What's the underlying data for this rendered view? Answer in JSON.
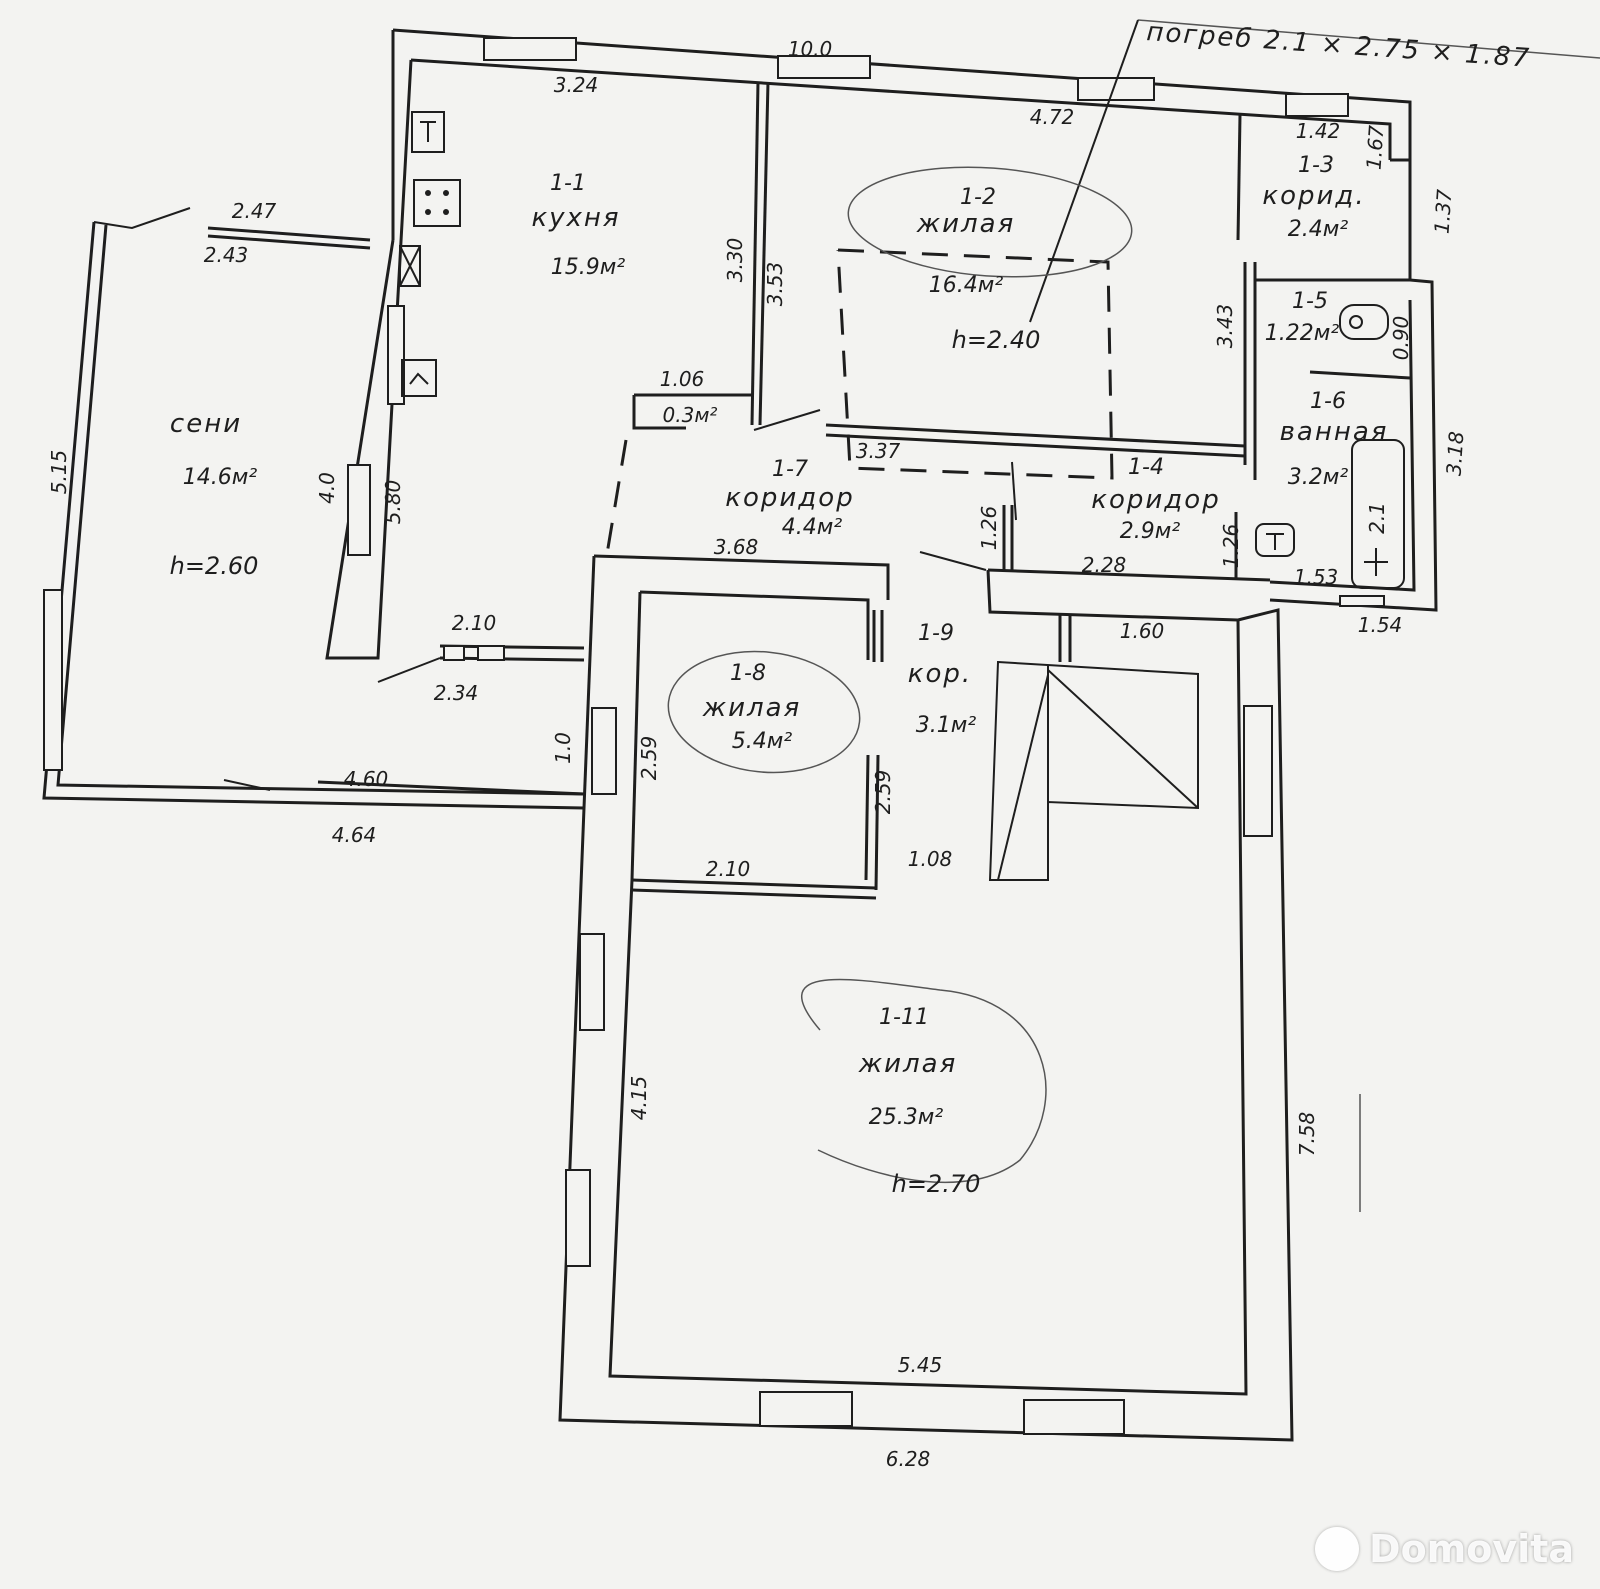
{
  "cellar_note": "погреб 2.1 × 2.75 × 1.87",
  "rooms": {
    "kitchen": {
      "id": "1-1",
      "name": "кухня",
      "area": "15.9м²"
    },
    "living2": {
      "id": "1-2",
      "name": "жилая",
      "area": "16.4м²",
      "height": "h=2.40"
    },
    "corr3": {
      "id": "1-3",
      "name": "корид.",
      "area": "2.4м²"
    },
    "corr4": {
      "id": "1-4",
      "name": "коридор",
      "area": "2.9м²"
    },
    "wc5": {
      "id": "1-5",
      "area": "1.22м²"
    },
    "bath6": {
      "id": "1-6",
      "name": "ванная",
      "area": "3.2м²"
    },
    "corr7": {
      "id": "1-7",
      "name": "коридор",
      "area": "4.4м²"
    },
    "living8": {
      "id": "1-8",
      "name": "жилая",
      "area": "5.4м²"
    },
    "corr9": {
      "id": "1-9",
      "name": "кор.",
      "area": "3.1м²"
    },
    "living11": {
      "id": "1-11",
      "name": "жилая",
      "area": "25.3м²",
      "height": "h=2.70"
    },
    "hall": {
      "name": "сени",
      "area": "14.6м²",
      "height": "h=2.60"
    },
    "closet": {
      "area": "0.3м²"
    }
  },
  "dimensions": {
    "d_10_0": "10.0",
    "d_3_24": "3.24",
    "d_4_72": "4.72",
    "d_1_42": "1.42",
    "d_1_67": "1.67",
    "d_1_37": "1.37",
    "d_3_30": "3.30",
    "d_3_53": "3.53",
    "d_3_43": "3.43",
    "d_0_90": "0.90",
    "d_3_18": "3.18",
    "d_2_47": "2.47",
    "d_2_43": "2.43",
    "d_5_15": "5.15",
    "d_4_0": "4.0",
    "d_5_80": "5.80",
    "d_1_06": "1.06",
    "d_3_37": "3.37",
    "d_1_26a": "1.26",
    "d_1_26b": "1.26",
    "d_2_28": "2.28",
    "d_1_53": "1.53",
    "d_1_54": "1.54",
    "d_2_1": "2.1",
    "d_3_68": "3.68",
    "d_2_10a": "2.10",
    "d_2_34": "2.34",
    "d_1_0": "1.0",
    "d_2_59a": "2.59",
    "d_2_59b": "2.59",
    "d_4_60": "4.60",
    "d_4_64": "4.64",
    "d_2_10b": "2.10",
    "d_1_08": "1.08",
    "d_1_60": "1.60",
    "d_4_15": "4.15",
    "d_7_58": "7.58",
    "d_5_45": "5.45",
    "d_6_28": "6.28"
  },
  "watermark": {
    "text": "Domovita"
  }
}
